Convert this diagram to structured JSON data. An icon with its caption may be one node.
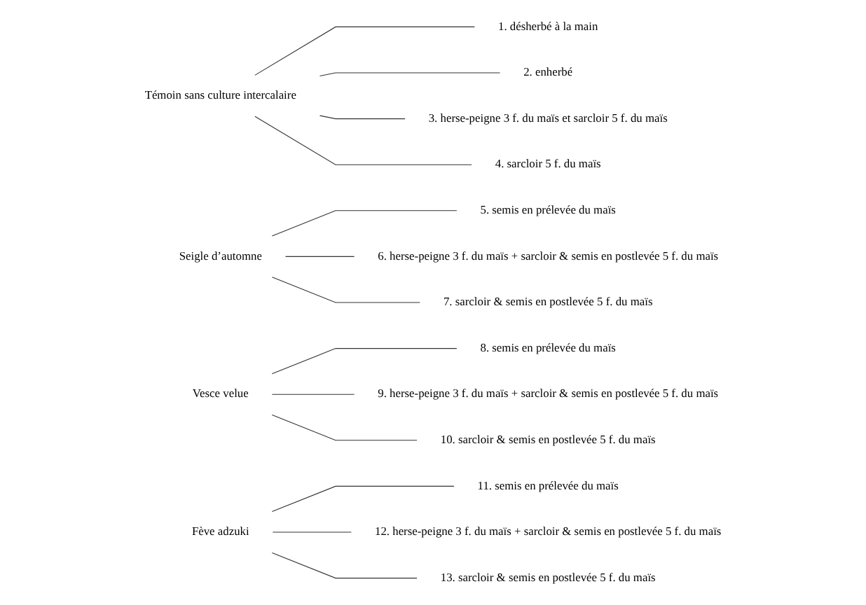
{
  "diagram": {
    "nodes": [
      {
        "text": [
          "Témoin sans culture intercalaire"
        ]
      },
      {
        "text": [
          "1. désherbé à la main"
        ]
      },
      {
        "text": [
          "2. enherbé"
        ]
      },
      {
        "text": [
          "3. herse-peigne 3 f. du maïs et sarcloir 5 f. du maïs"
        ]
      },
      {
        "text": [
          "4. sarcloir 5 f. du maïs"
        ]
      },
      {
        "text": [
          "Seigle d’automne"
        ]
      },
      {
        "text": [
          "5. semis en prélevée du maïs"
        ]
      },
      {
        "text": [
          "6. herse-peigne 3 f. du maïs + sarcloir & semis en postlevée 5 f. du maïs"
        ]
      },
      {
        "text": [
          "7. sarcloir & semis en postlevée 5 f. du maïs"
        ]
      },
      {
        "text": [
          "Vesce velue"
        ]
      },
      {
        "text": [
          "8. semis en prélevée du maïs"
        ]
      },
      {
        "text": [
          "9. herse-peigne 3 f. du maïs + sarcloir & semis en postlevée 5 f. du maïs"
        ]
      },
      {
        "text": [
          "10. sarcloir & semis en postlevée 5 f. du maïs"
        ]
      },
      {
        "text": [
          "Fève adzuki"
        ]
      },
      {
        "text": [
          "11. semis en prélevée du maïs"
        ]
      },
      {
        "text": [
          "12. herse-peigne 3 f. du maïs + sarcloir & semis en postlevée 5 f. du maïs"
        ]
      },
      {
        "text": [
          "13. sarcloir & semis en postlevée 5 f. du maïs"
        ]
      }
    ],
    "edges": [
      {
        "from": 0,
        "to": 1,
        "arrow": "none"
      },
      {
        "from": 0,
        "to": 2,
        "arrow": "none"
      },
      {
        "from": 0,
        "to": 3,
        "arrow": "none"
      },
      {
        "from": 0,
        "to": 4,
        "arrow": "none"
      },
      {
        "from": 5,
        "to": 6,
        "arrow": "none"
      },
      {
        "from": 5,
        "to": 7,
        "arrow": "none"
      },
      {
        "from": 5,
        "to": 8,
        "arrow": "none"
      },
      {
        "from": 9,
        "to": 10,
        "arrow": "none"
      },
      {
        "from": 9,
        "to": 11,
        "arrow": "none"
      },
      {
        "from": 9,
        "to": 12,
        "arrow": "none"
      },
      {
        "from": 13,
        "to": 14,
        "arrow": "none"
      },
      {
        "from": 13,
        "to": 15,
        "arrow": "none"
      },
      {
        "from": 13,
        "to": 16,
        "arrow": "none"
      }
    ]
  }
}
